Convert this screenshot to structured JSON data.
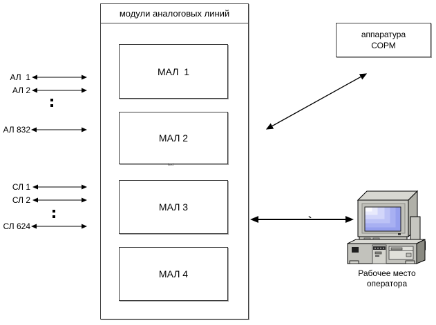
{
  "title": "модули аналоговых линий",
  "modules": [
    {
      "label": "МАЛ  1"
    },
    {
      "label": "МАЛ 2",
      "caption": "text"
    },
    {
      "label": "МАЛ 3"
    },
    {
      "label": "МАЛ 4"
    }
  ],
  "left_lines": {
    "analog": [
      "АЛ  1",
      "АЛ 2",
      "АЛ 832"
    ],
    "trunk": [
      "СЛ 1",
      "СЛ 2",
      "СЛ 624"
    ]
  },
  "sorm": {
    "line1": "аппаратура",
    "line2": "СОРМ"
  },
  "operator": {
    "line1": "Рабочее место",
    "line2": "оператора"
  },
  "annotations": {
    "tick": "`"
  },
  "icons": {
    "workstation": "desktop-computer-icon"
  },
  "colors": {
    "line": "#000000",
    "box_border": "#3c3c3c",
    "box_shadow": "#9e9e9e",
    "screen_blue": "#96a0ee",
    "case_gray": "#c2c2bc",
    "background": "#ffffff"
  }
}
